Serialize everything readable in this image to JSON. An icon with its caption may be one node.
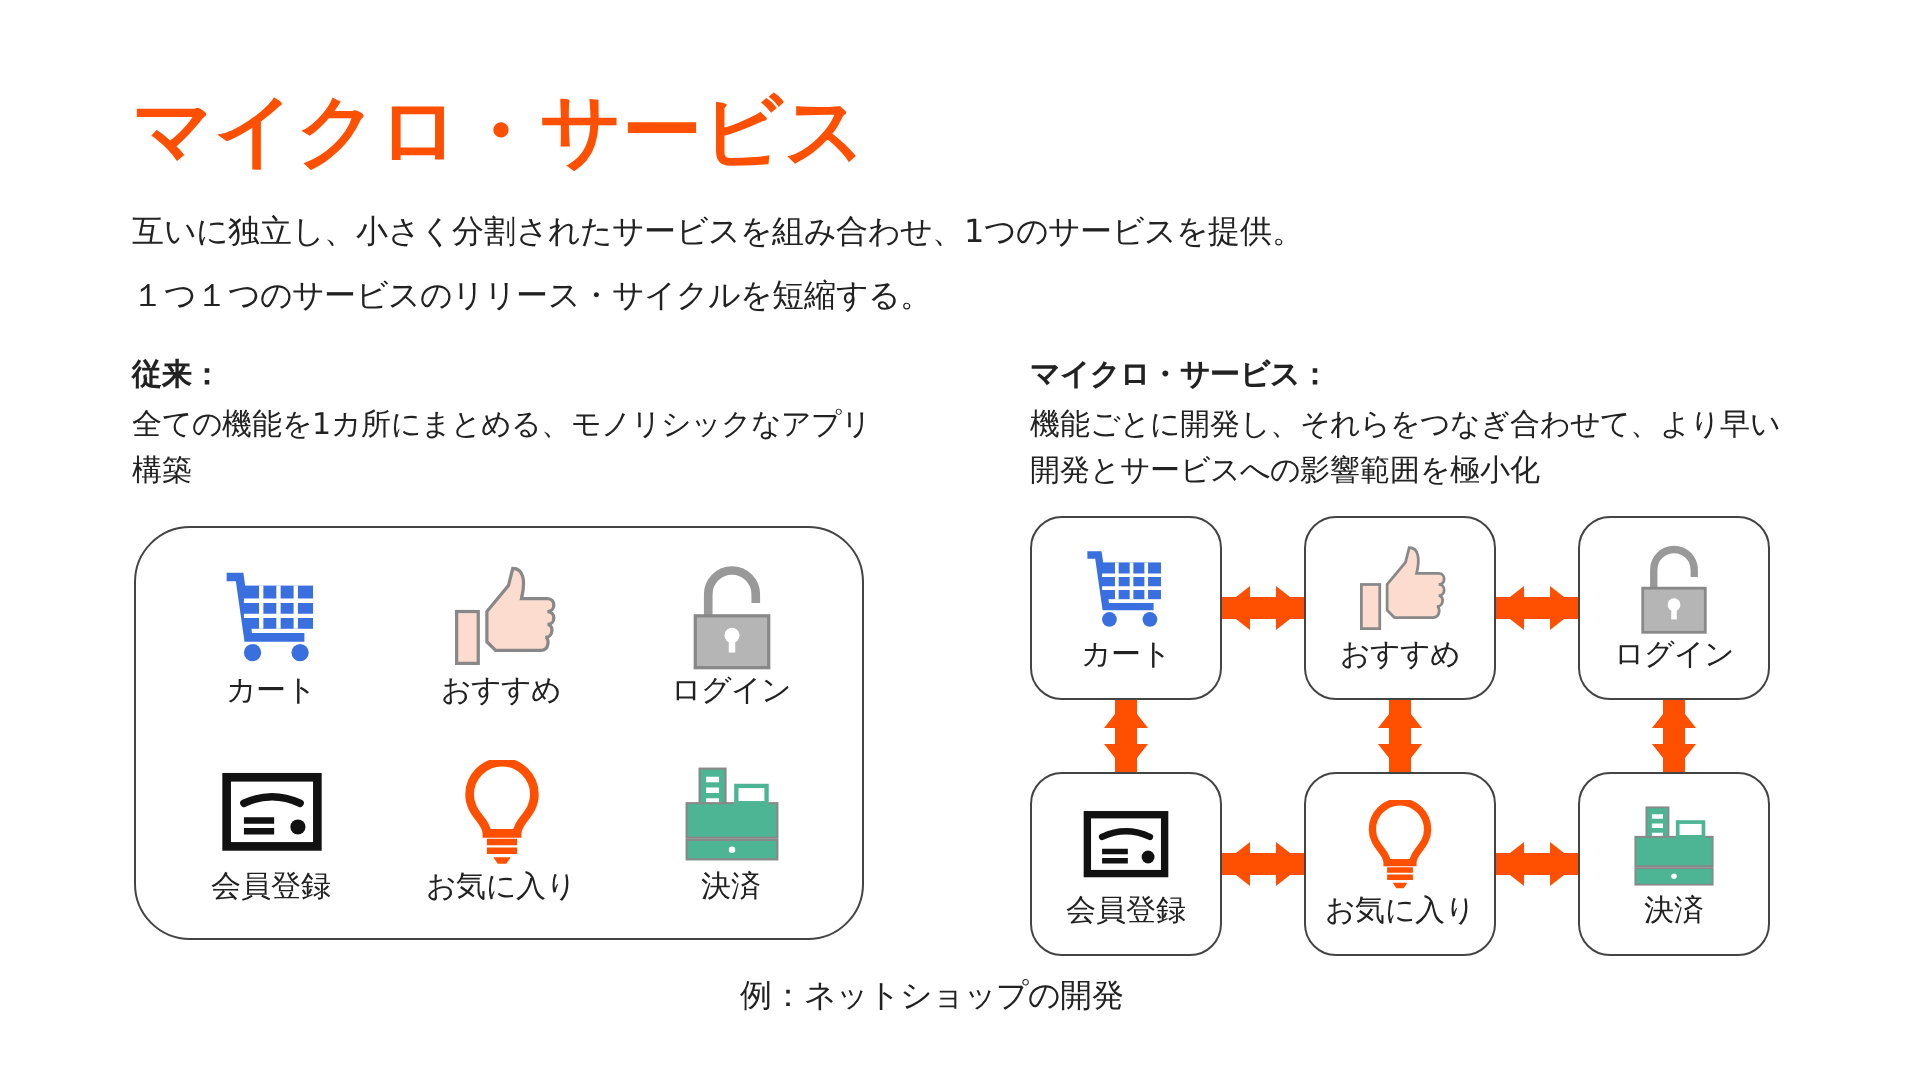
{
  "diagram": {
    "title": "マイクロ・サービス",
    "caption": "例：ネットショップの開発",
    "nodes": [
      {
        "text": [],
        "shape": "box"
      },
      {
        "text": [
          "カート"
        ],
        "in": 0
      },
      {
        "text": [
          "おすすめ"
        ],
        "in": 0
      },
      {
        "text": [
          "ログイン"
        ],
        "in": 0
      },
      {
        "text": [
          "会員登録"
        ],
        "in": 0
      },
      {
        "text": [
          "お気に入り"
        ],
        "in": 0
      },
      {
        "text": [
          "決済"
        ],
        "in": 0
      },
      {
        "text": [
          "カート"
        ]
      },
      {
        "text": [
          "おすすめ"
        ]
      },
      {
        "text": [
          "ログイン"
        ]
      },
      {
        "text": [
          "会員登録"
        ]
      },
      {
        "text": [
          "お気に入り"
        ]
      },
      {
        "text": [
          "決済"
        ]
      }
    ],
    "edges": [
      {
        "from": 7,
        "to": 8,
        "arrow": "both"
      },
      {
        "from": 8,
        "to": 9,
        "arrow": "both"
      },
      {
        "from": 7,
        "to": 10,
        "arrow": "both"
      },
      {
        "from": 8,
        "to": 11,
        "arrow": "both"
      },
      {
        "from": 9,
        "to": 12,
        "arrow": "both"
      },
      {
        "from": 10,
        "to": 11,
        "arrow": "both"
      },
      {
        "from": 11,
        "to": 12,
        "arrow": "both"
      }
    ],
    "labels": [
      "互いに独立し、小さく分割されたサービスを組み合わせ、1つのサービスを提供。",
      "１つ１つのサービスのリリース・サイクルを短縮する。",
      "従来：",
      "全ての機能を1カ所にまとめる、モノリシックなアプリ構築",
      "マイクロ・サービス：",
      "機能ごとに開発し、それらをつなぎ合わせて、より早い開発とサービスへの影響範囲を極小化"
    ]
  }
}
